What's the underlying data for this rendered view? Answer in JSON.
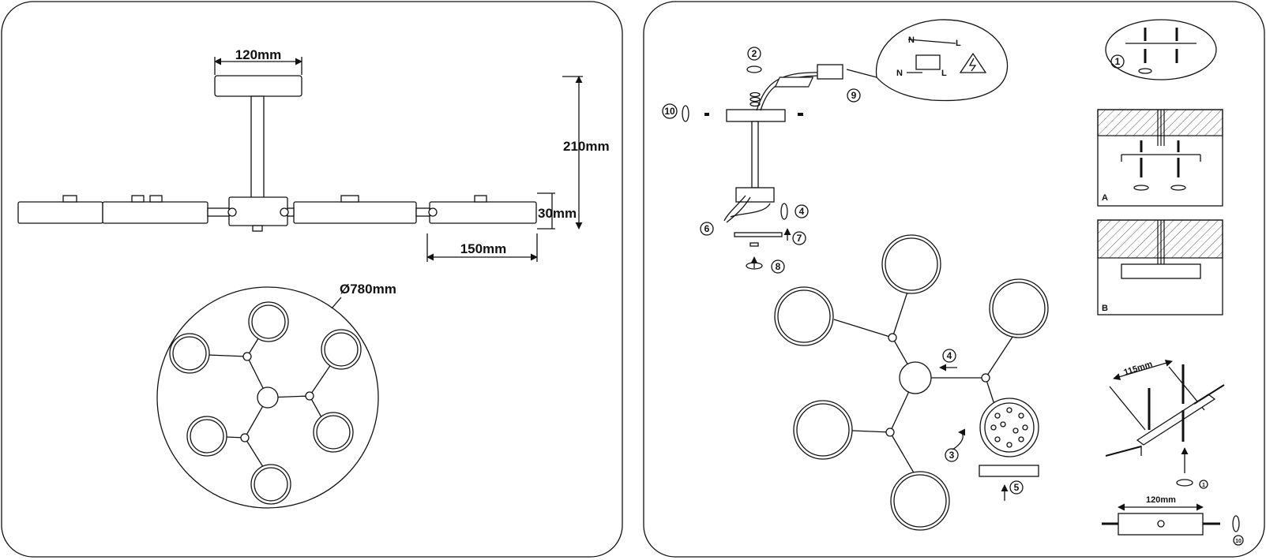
{
  "left_panel": {
    "dimensions": {
      "canopy_width": "120mm",
      "height": "210mm",
      "thickness": "30mm",
      "module_width": "150mm",
      "diameter": "Ø780mm"
    }
  },
  "right_panel": {
    "steps": [
      "1",
      "2",
      "3",
      "4",
      "5",
      "6",
      "7",
      "8",
      "9",
      "10"
    ],
    "wiring": {
      "neutral": "N",
      "live": "L"
    },
    "inset_labels": {
      "a": "A",
      "b": "B"
    },
    "bracket": {
      "hole_spacing": "115mm",
      "canopy_width": "120mm"
    }
  }
}
